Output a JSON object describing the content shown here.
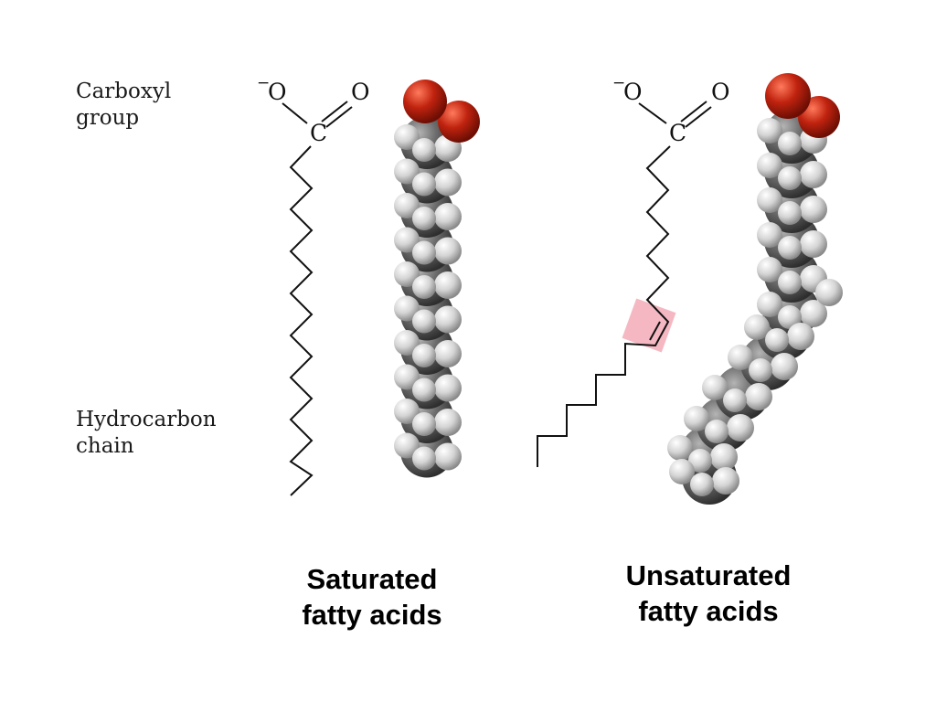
{
  "labels": {
    "carboxyl": "Carboxyl\ngroup",
    "hydrocarbon": "Hydrocarbon\nchain"
  },
  "molecules": {
    "saturated": {
      "caption": "Saturated\nfatty acids",
      "oxygen_minus": "O",
      "charge": "−",
      "oxygen_double": "O",
      "carbon": "C"
    },
    "unsaturated": {
      "caption": "Unsaturated\nfatty acids",
      "oxygen_minus": "O",
      "charge": "−",
      "oxygen_double": "O",
      "carbon": "C"
    }
  },
  "colors": {
    "caption": "#99063f",
    "oxygen": "#c0230f",
    "carbon": "#6a6a6a",
    "hydrogen": "#e2e2e2",
    "double_bond_highlight": "#f5b8c2",
    "bond_line": "#111111"
  }
}
